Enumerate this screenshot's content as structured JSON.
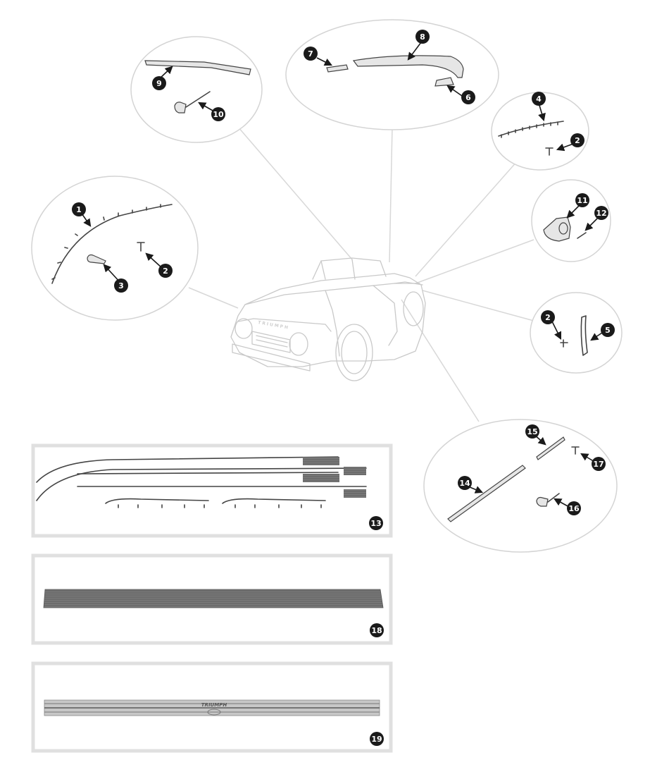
{
  "diagram": {
    "callouts": [
      "1",
      "2",
      "3",
      "4",
      "5",
      "6",
      "7",
      "8",
      "9",
      "10",
      "11",
      "12",
      "13",
      "14",
      "15",
      "16",
      "17",
      "18",
      "19"
    ],
    "car_badge": "TRIUMPH",
    "sill_badge": "TRIUMPH"
  },
  "colors": {
    "callout_fill": "#1a1a1a",
    "bubble_stroke": "#d4d4d4",
    "leader_line": "#d8d8d8",
    "car_outline": "#c9c9c9",
    "box_frame": "#e0e0e0"
  },
  "icons": [
    "arrowhead-icon"
  ]
}
